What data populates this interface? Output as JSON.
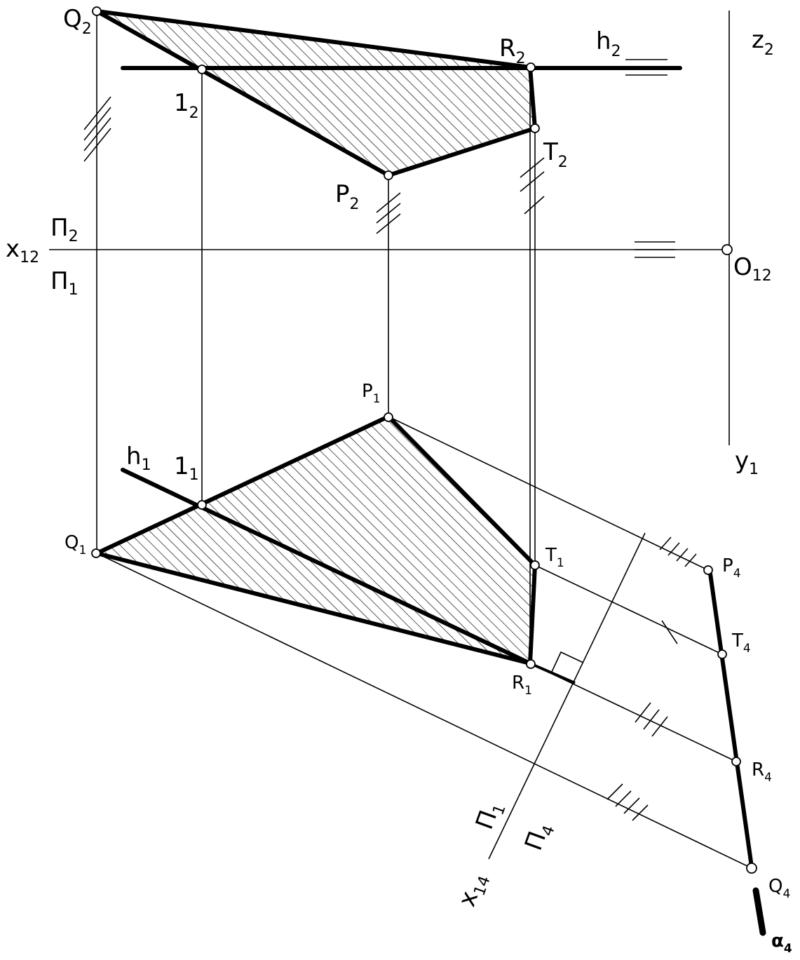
{
  "labels": {
    "Q2": {
      "main": "Q",
      "sub": "2"
    },
    "R2": {
      "main": "R",
      "sub": "2"
    },
    "h2": {
      "main": "h",
      "sub": "2"
    },
    "z2": {
      "main": "z",
      "sub": "2"
    },
    "one2": {
      "main": "1",
      "sub": "2"
    },
    "T2": {
      "main": "T",
      "sub": "2"
    },
    "P2": {
      "main": "P",
      "sub": "2"
    },
    "x12": {
      "main": "x",
      "sub": "12"
    },
    "Pi2": {
      "main": "Π",
      "sub": "2"
    },
    "Pi1": {
      "main": "Π",
      "sub": "1"
    },
    "O12": {
      "main": "O",
      "sub": "12"
    },
    "P1": {
      "main": "P",
      "sub": "1"
    },
    "y1": {
      "main": "y",
      "sub": "1"
    },
    "h1": {
      "main": "h",
      "sub": "1"
    },
    "one1": {
      "main": "1",
      "sub": "1"
    },
    "Q1": {
      "main": "Q",
      "sub": "1"
    },
    "T1": {
      "main": "T",
      "sub": "1"
    },
    "R1": {
      "main": "R",
      "sub": "1"
    },
    "P4": {
      "main": "P",
      "sub": "4"
    },
    "T4": {
      "main": "T",
      "sub": "4"
    },
    "R4": {
      "main": "R",
      "sub": "4"
    },
    "Q4": {
      "main": "Q",
      "sub": "4"
    },
    "Pi1b": {
      "main": "Π",
      "sub": "1"
    },
    "Pi4": {
      "main": "Π",
      "sub": "4"
    },
    "x14": {
      "main": "x",
      "sub": "14"
    },
    "alpha4": {
      "main": "α",
      "sub": "4"
    }
  }
}
